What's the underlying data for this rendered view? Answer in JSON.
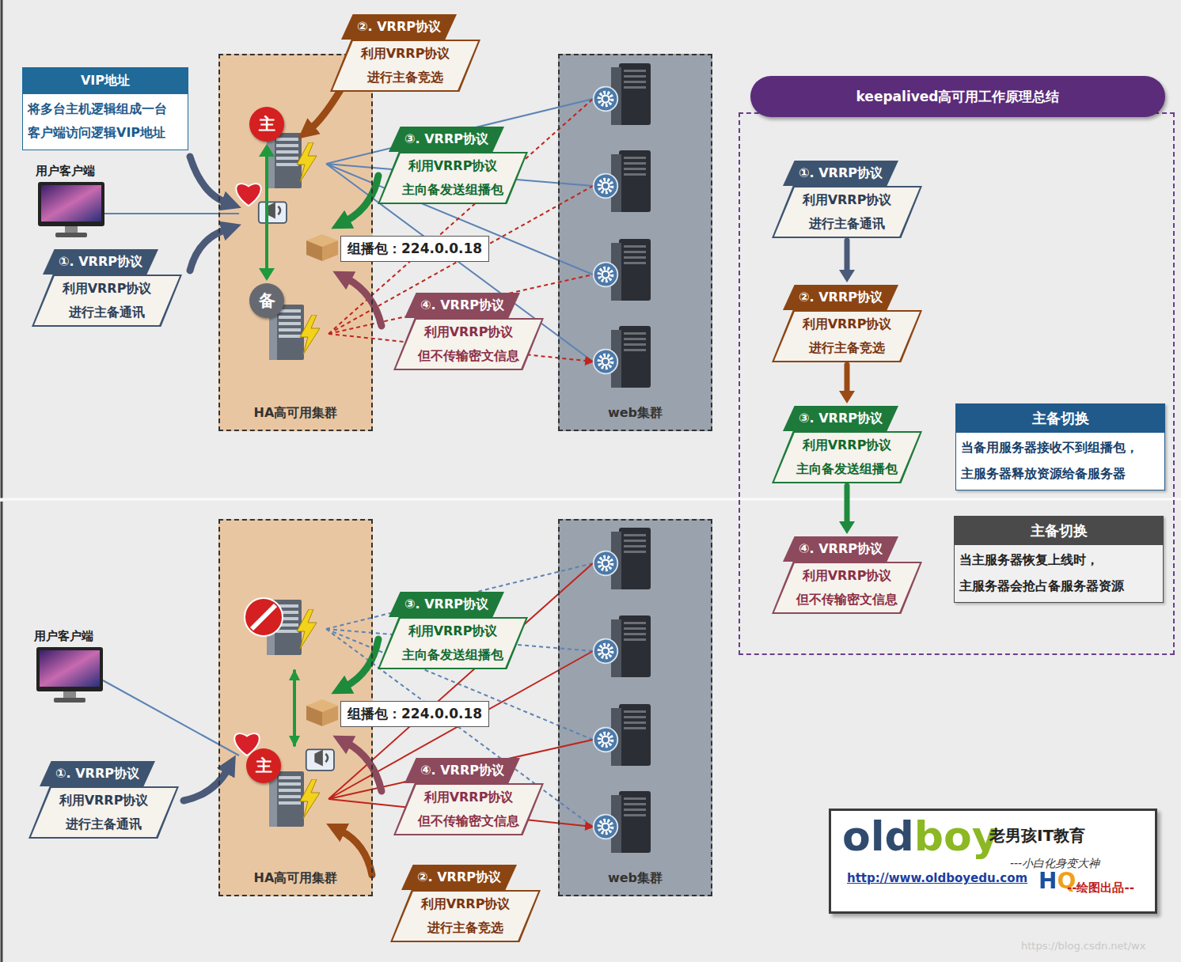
{
  "diagram": {
    "nodes": [
      {
        "text": [
          "VIP地址",
          "将多台主机逻辑组成一台 客户端访问逻辑VIP地址"
        ]
      },
      {
        "text": [
          "HA高可用集群"
        ]
      },
      {
        "text": [
          "主"
        ],
        "in": 1
      },
      {
        "text": [
          "备"
        ],
        "in": 1
      },
      {
        "text": [
          "②. VRRP协议",
          "利用VRRP协议 进行主备竞选"
        ]
      },
      {
        "text": [
          "③. VRRP协议",
          "利用VRRP协议 主向备发送组播包"
        ]
      },
      {
        "text": [
          "组播包：224.0.0.18"
        ]
      },
      {
        "text": [
          "①. VRRP协议",
          "利用VRRP协议 进行主备通讯"
        ]
      },
      {
        "text": [
          "④. VRRP协议",
          "利用VRRP协议 但不传输密文信息"
        ]
      },
      {
        "text": [
          "web集群"
        ]
      },
      {
        "text": [
          "keepalived高可用工作原理总结"
        ]
      },
      {
        "text": [
          "①. VRRP协议",
          "利用VRRP协议 进行主备通讯"
        ],
        "in": 10
      },
      {
        "text": [
          "②. VRRP协议",
          "利用VRRP协议 进行主备竞选"
        ],
        "in": 10
      },
      {
        "text": [
          "③. VRRP协议",
          "利用VRRP协议 主向备发送组播包"
        ],
        "in": 10
      },
      {
        "text": [
          "主备切换",
          "当备用服务器接收不到组播包， 主服务器释放资源给备服务器"
        ],
        "in": 10
      },
      {
        "text": [
          "④. VRRP协议",
          "利用VRRP协议 但不传输密文信息"
        ],
        "in": 10
      },
      {
        "text": [
          "主备切换",
          "当主服务器恢复上线时， 主服务器会抢占备服务器资源"
        ],
        "in": 10
      },
      {
        "text": [
          "HA高可用集群"
        ]
      },
      {
        "text": [
          "主"
        ],
        "in": 17
      },
      {
        "text": [
          "③. VRRP协议",
          "利用VRRP协议 主向备发送组播包"
        ]
      },
      {
        "text": [
          "组播包：224.0.0.18"
        ]
      },
      {
        "text": [
          "④. VRRP协议",
          "利用VRRP协议 但不传输密文信息"
        ]
      },
      {
        "text": [
          "①. VRRP协议",
          "利用VRRP协议 进行主备通讯"
        ]
      },
      {
        "text": [
          "②. VRRP协议",
          "利用VRRP协议 进行主备竞选"
        ]
      },
      {
        "text": [
          "web集群"
        ]
      },
      {
        "text": [
          "oldboy",
          "老男孩IT教育",
          "---小白化身变大神",
          "http://www.oldboyedu.com",
          "HQ",
          "--绘图出品--"
        ]
      }
    ],
    "edges": [
      {
        "from": 2,
        "to": 3,
        "arrow": "both"
      },
      {
        "from": 11,
        "to": 12,
        "arrow": "to"
      },
      {
        "from": 12,
        "to": 13,
        "arrow": "to"
      },
      {
        "from": 13,
        "to": 15,
        "arrow": "to"
      }
    ],
    "labels": [
      "用户客户端",
      "用户客户端",
      "https://blog.csdn.net/wx"
    ]
  }
}
